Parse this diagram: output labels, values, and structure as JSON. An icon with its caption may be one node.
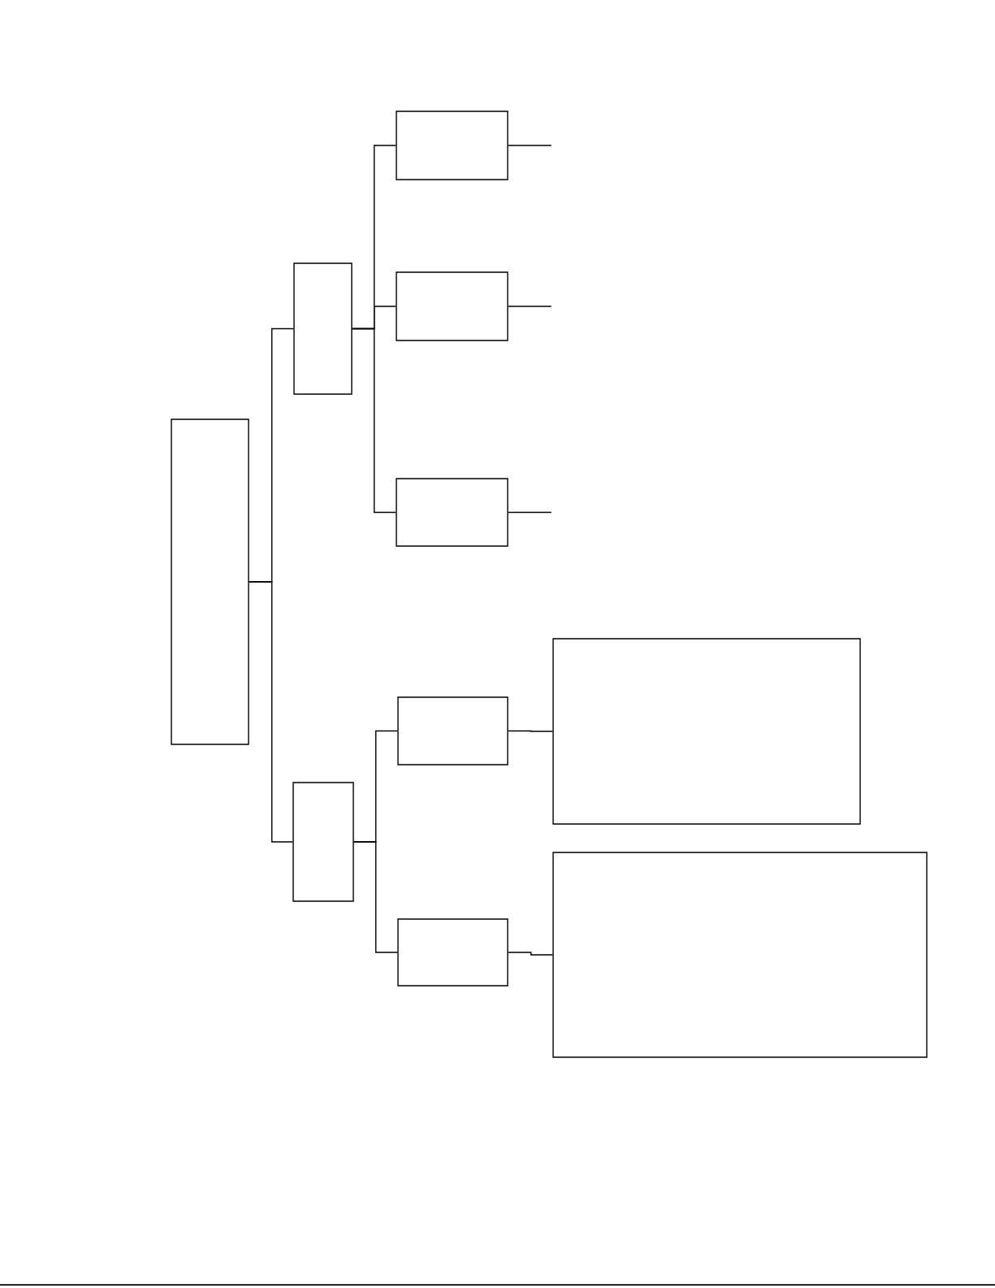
{
  "diagram": {
    "nodes": [
      {
        "text": [],
        "shape": "box"
      },
      {
        "text": [],
        "shape": "box"
      },
      {
        "text": [],
        "shape": "box"
      },
      {
        "text": [],
        "shape": "box"
      },
      {
        "text": [],
        "shape": "box"
      },
      {
        "text": [],
        "shape": "box"
      },
      {
        "text": [],
        "shape": "box"
      },
      {
        "text": [],
        "shape": "box"
      },
      {
        "text": [],
        "shape": "box"
      },
      {
        "text": [],
        "shape": "box"
      }
    ],
    "edges": [
      {
        "from": 0,
        "to": 1,
        "arrow": "none"
      },
      {
        "from": 0,
        "to": 5,
        "arrow": "none"
      },
      {
        "from": 1,
        "to": 2,
        "arrow": "none"
      },
      {
        "from": 1,
        "to": 3,
        "arrow": "none"
      },
      {
        "from": 1,
        "to": 4,
        "arrow": "none"
      },
      {
        "from": 2,
        "to": null,
        "arrow": "none"
      },
      {
        "from": 3,
        "to": null,
        "arrow": "none"
      },
      {
        "from": 4,
        "to": null,
        "arrow": "none"
      },
      {
        "from": 5,
        "to": 6,
        "arrow": "none"
      },
      {
        "from": 5,
        "to": 7,
        "arrow": "none"
      },
      {
        "from": 6,
        "to": 8,
        "arrow": "none"
      },
      {
        "from": 7,
        "to": 9,
        "arrow": "none"
      }
    ]
  }
}
